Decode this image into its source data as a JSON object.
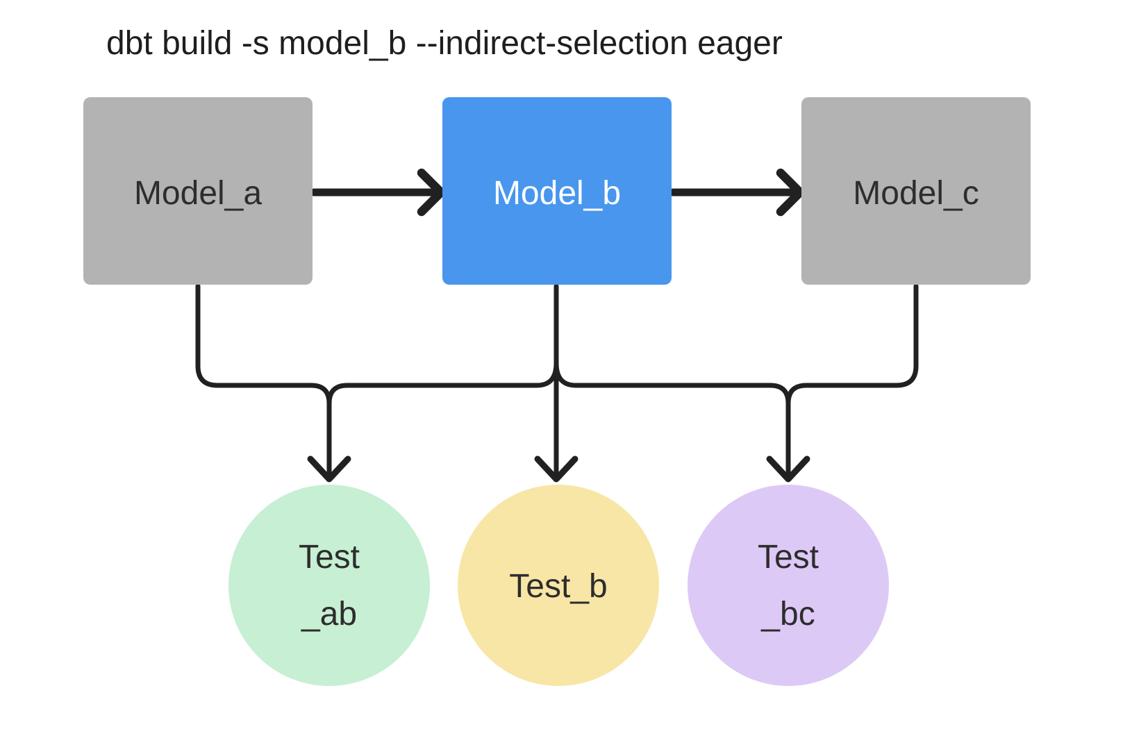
{
  "title": "dbt build -s model_b --indirect-selection eager",
  "title_color": "#1e1e1e",
  "line_color": "#212121",
  "models": [
    {
      "id": "model_a",
      "label": "Model_a",
      "fill": "#b3b3b3",
      "text_color": "#2d2d2d"
    },
    {
      "id": "model_b",
      "label": "Model_b",
      "fill": "#4896ee",
      "text_color": "#ffffff"
    },
    {
      "id": "model_c",
      "label": "Model_c",
      "fill": "#b3b3b3",
      "text_color": "#2d2d2d"
    }
  ],
  "tests": [
    {
      "id": "test_ab",
      "lines": [
        "Test",
        "_ab"
      ],
      "fill": "#c7efd3",
      "text_color": "#2d2d2d"
    },
    {
      "id": "test_b",
      "lines": [
        "Test_b"
      ],
      "fill": "#f8e6a6",
      "text_color": "#2d2d2d"
    },
    {
      "id": "test_bc",
      "lines": [
        "Test",
        "_bc"
      ],
      "fill": "#ddc9f6",
      "text_color": "#2d2d2d"
    }
  ],
  "edges": [
    {
      "from": "Model_a",
      "to": "Model_b"
    },
    {
      "from": "Model_b",
      "to": "Model_c"
    },
    {
      "from": "Model_a",
      "to": "Test_ab"
    },
    {
      "from": "Model_b",
      "to": "Test_ab"
    },
    {
      "from": "Model_b",
      "to": "Test_b"
    },
    {
      "from": "Model_b",
      "to": "Test_bc"
    },
    {
      "from": "Model_c",
      "to": "Test_bc"
    }
  ]
}
